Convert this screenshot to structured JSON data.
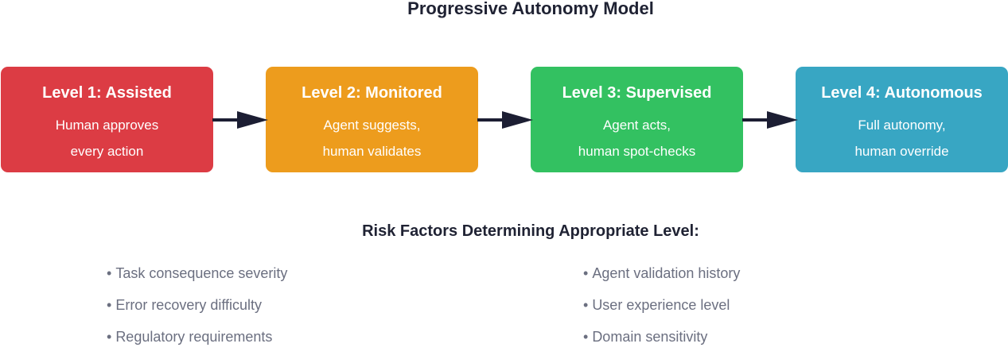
{
  "title": "Progressive Autonomy Model",
  "levels": [
    {
      "title": "Level 1: Assisted",
      "desc_line1": "Human approves",
      "desc_line2": "every action",
      "color": "#dc3c44"
    },
    {
      "title": "Level 2: Monitored",
      "desc_line1": "Agent suggests,",
      "desc_line2": "human validates",
      "color": "#ed9c1d"
    },
    {
      "title": "Level 3: Supervised",
      "desc_line1": "Agent acts,",
      "desc_line2": "human spot-checks",
      "color": "#33c161"
    },
    {
      "title": "Level 4: Autonomous",
      "desc_line1": "Full autonomy,",
      "desc_line2": "human override",
      "color": "#38a6c3"
    }
  ],
  "arrow_color": "#1c1e33",
  "risk_factors": {
    "title": "Risk Factors Determining Appropriate Level:",
    "bullet": "•",
    "left": [
      "Task consequence severity",
      "Error recovery difficulty",
      "Regulatory requirements"
    ],
    "right": [
      "Agent validation history",
      "User experience level",
      "Domain sensitivity"
    ]
  }
}
